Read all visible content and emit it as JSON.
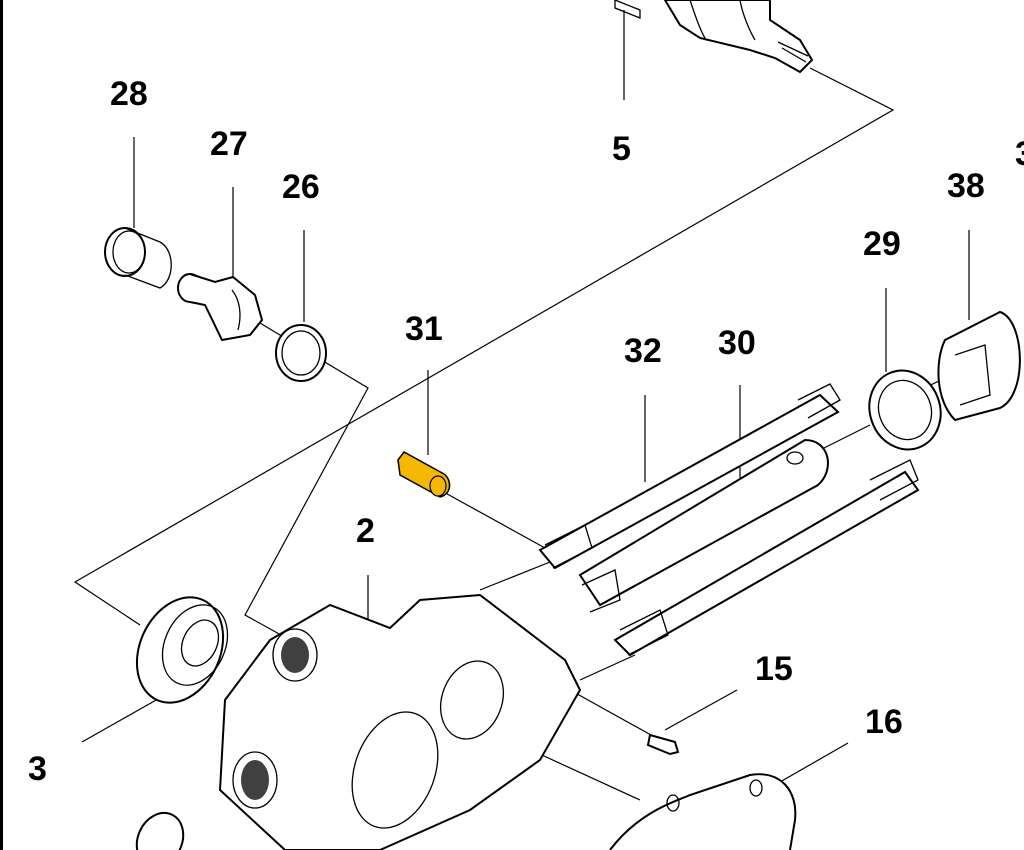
{
  "diagram": {
    "type": "exploded parts view",
    "highlight_color": "#f5b800",
    "line_color": "#000000",
    "highlighted_part": "31",
    "parts": [
      {
        "id": "p5",
        "label": "5"
      },
      {
        "id": "p28",
        "label": "28"
      },
      {
        "id": "p27",
        "label": "27"
      },
      {
        "id": "p26",
        "label": "26"
      },
      {
        "id": "p38",
        "label": "38"
      },
      {
        "id": "p29",
        "label": "29"
      },
      {
        "id": "p31",
        "label": "31"
      },
      {
        "id": "p32",
        "label": "32"
      },
      {
        "id": "p30",
        "label": "30"
      },
      {
        "id": "p2",
        "label": "2"
      },
      {
        "id": "p15",
        "label": "15"
      },
      {
        "id": "p16",
        "label": "16"
      },
      {
        "id": "p3",
        "label": "3"
      },
      {
        "id": "p3x",
        "label": "3"
      }
    ]
  }
}
